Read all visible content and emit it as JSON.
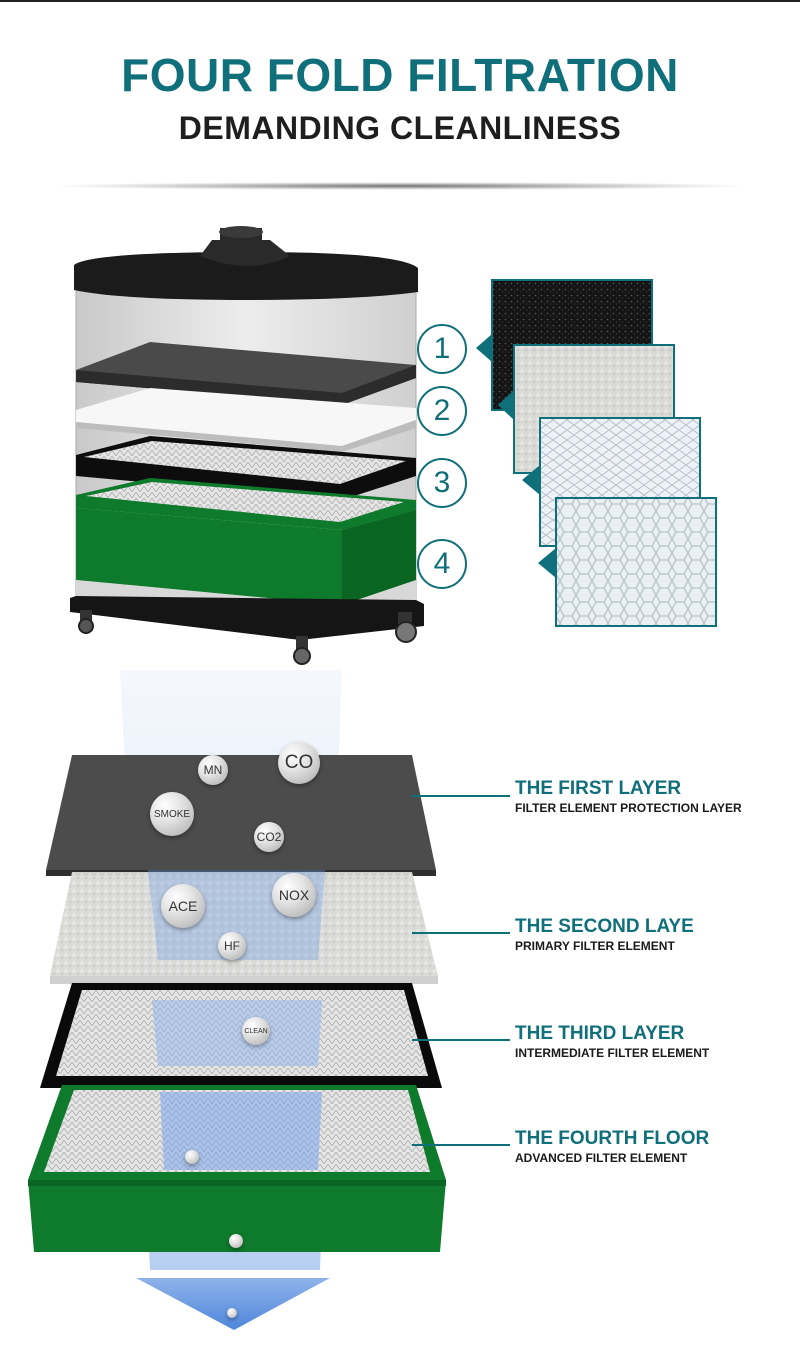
{
  "header": {
    "title": "FOUR FOLD FILTRATION",
    "subtitle": "DEMANDING CLEANLINESS"
  },
  "colors": {
    "teal": "#0f6f7a",
    "green": "#0e7a2b",
    "dark": "#1a1a1a"
  },
  "steps": [
    "1",
    "2",
    "3",
    "4"
  ],
  "pollutants": {
    "mn": "MN",
    "co": "CO",
    "smoke": "SMOKE",
    "co2": "CO2",
    "ace": "ACE",
    "nox": "NOX",
    "hf": "HF",
    "clean": "CLEAN"
  },
  "layers": [
    {
      "title": "THE FIRST LAYER",
      "subtitle": "FILTER ELEMENT PROTECTION LAYER"
    },
    {
      "title": "THE SECOND LAYE",
      "subtitle": "PRIMARY FILTER ELEMENT"
    },
    {
      "title": "THE THIRD LAYER",
      "subtitle": "INTERMEDIATE FILTER ELEMENT"
    },
    {
      "title": "THE FOURTH FLOOR",
      "subtitle": "ADVANCED FILTER ELEMENT"
    }
  ]
}
